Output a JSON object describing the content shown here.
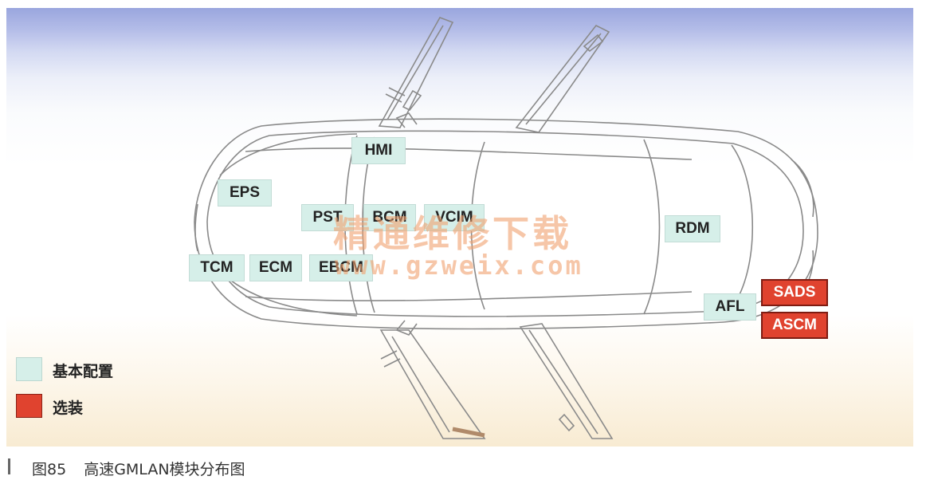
{
  "diagram": {
    "modules": {
      "hmi": "HMI",
      "eps": "EPS",
      "pst": "PST",
      "bcm": "BCM",
      "vcim": "VCIM",
      "rdm": "RDM",
      "tcm": "TCM",
      "ecm": "ECM",
      "ebcm": "EBCM",
      "afl": "AFL",
      "sads": "SADS",
      "ascm": "ASCM"
    },
    "colors": {
      "standard": "#d6efe9",
      "optional": "#e0432f"
    }
  },
  "legend": {
    "standard_label": "基本配置",
    "optional_label": "选装"
  },
  "watermark": {
    "cn": "精通维修下载",
    "url": "www.gzweix.com"
  },
  "caption": {
    "number": "图85",
    "title": "高速GMLAN模块分布图"
  }
}
